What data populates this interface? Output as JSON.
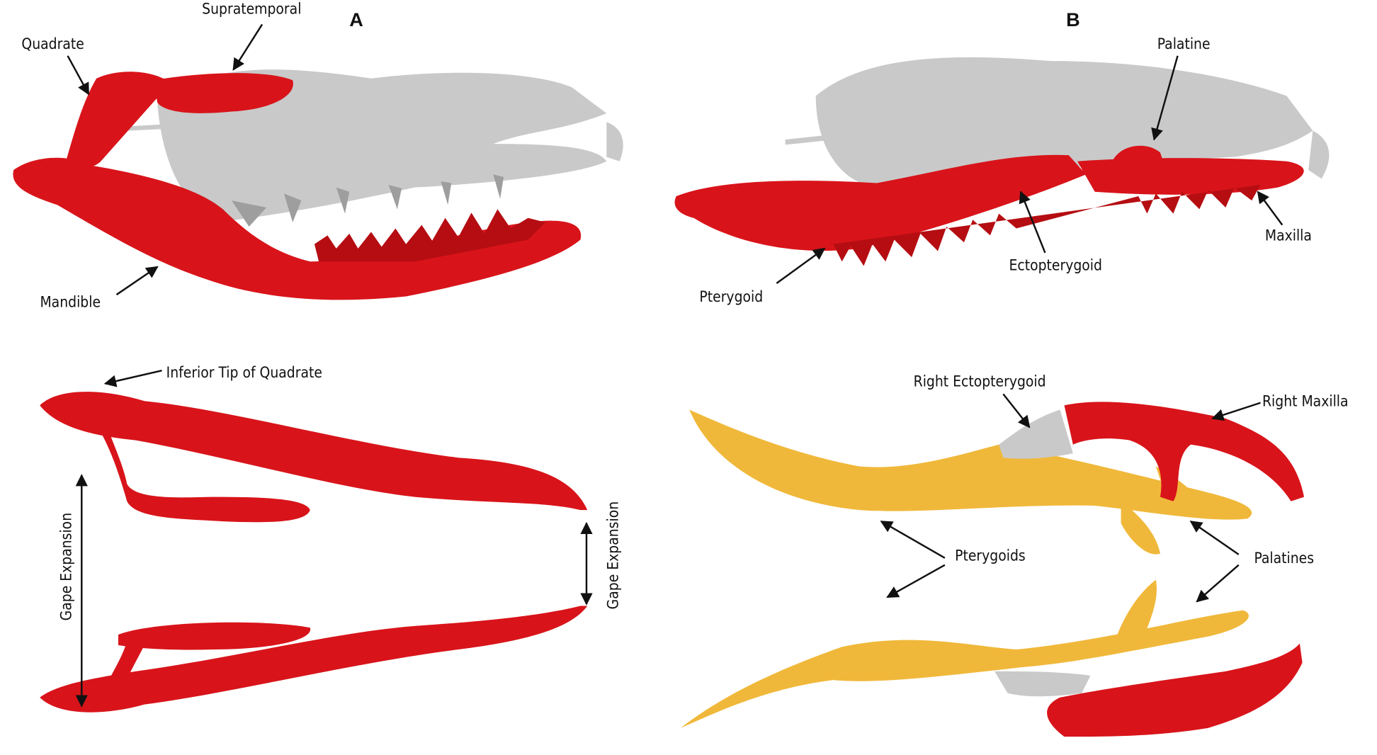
{
  "panels": {
    "a": "A",
    "b": "B"
  },
  "labels": {
    "supratemporal": "Supratemporal",
    "quadrate": "Quadrate",
    "mandible": "Mandible",
    "palatine": "Palatine",
    "maxilla": "Maxilla",
    "ectopterygoid": "Ectopterygoid",
    "pterygoid": "Pterygoid",
    "inferior_tip": "Inferior Tip of Quadrate",
    "gape_left": "Gape Expansion",
    "gape_right": "Gape Expansion",
    "right_ectopterygoid": "Right Ectopterygoid",
    "right_maxilla": "Right Maxilla",
    "pterygoids": "Pterygoids",
    "palatines": "Palatines"
  },
  "colors": {
    "highlight": "#d8141a",
    "skull": "#c9c9c9",
    "pterygoid_palatine": "#f0b83a"
  }
}
